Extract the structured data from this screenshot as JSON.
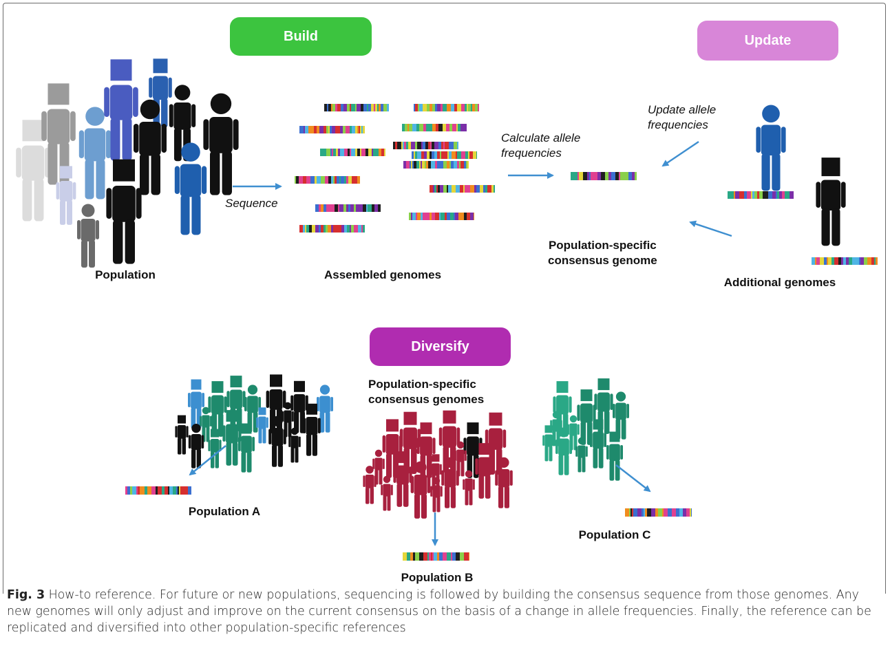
{
  "stages": {
    "build": "Build",
    "update": "Update",
    "diversify": "Diversify"
  },
  "labels": {
    "population": "Population",
    "sequence": "Sequence",
    "assembled_genomes": "Assembled genomes",
    "calculate_allele": "Calculate allele\nfrequencies",
    "update_allele": "Update allele\nfrequencies",
    "consensus_genome": "Population-specific\nconsensus genome",
    "additional_genomes": "Additional genomes",
    "consensus_genomes": "Population-specific\nconsensus genomes",
    "population_a": "Population A",
    "population_b": "Population B",
    "population_c": "Population C"
  },
  "caption": {
    "figure_number": "Fig. 3",
    "text": " How-to reference. For future or new populations, sequencing is followed by building the consensus sequence from those genomes. Any new genomes will only adjust and improve on the current consensus on the basis of a change in allele frequencies. Finally, the reference can be replicated and diversified into other population-specific references"
  },
  "colors": {
    "build": "#3cc43f",
    "update": "#d886d8",
    "diversify": "#b02cb0",
    "arrow": "#3f8fd0",
    "pop_a_teal": "#1e8a6c",
    "pop_a_blue": "#3c8fd0",
    "pop_b": "#a8203e",
    "pop_c": "#2aa886"
  }
}
